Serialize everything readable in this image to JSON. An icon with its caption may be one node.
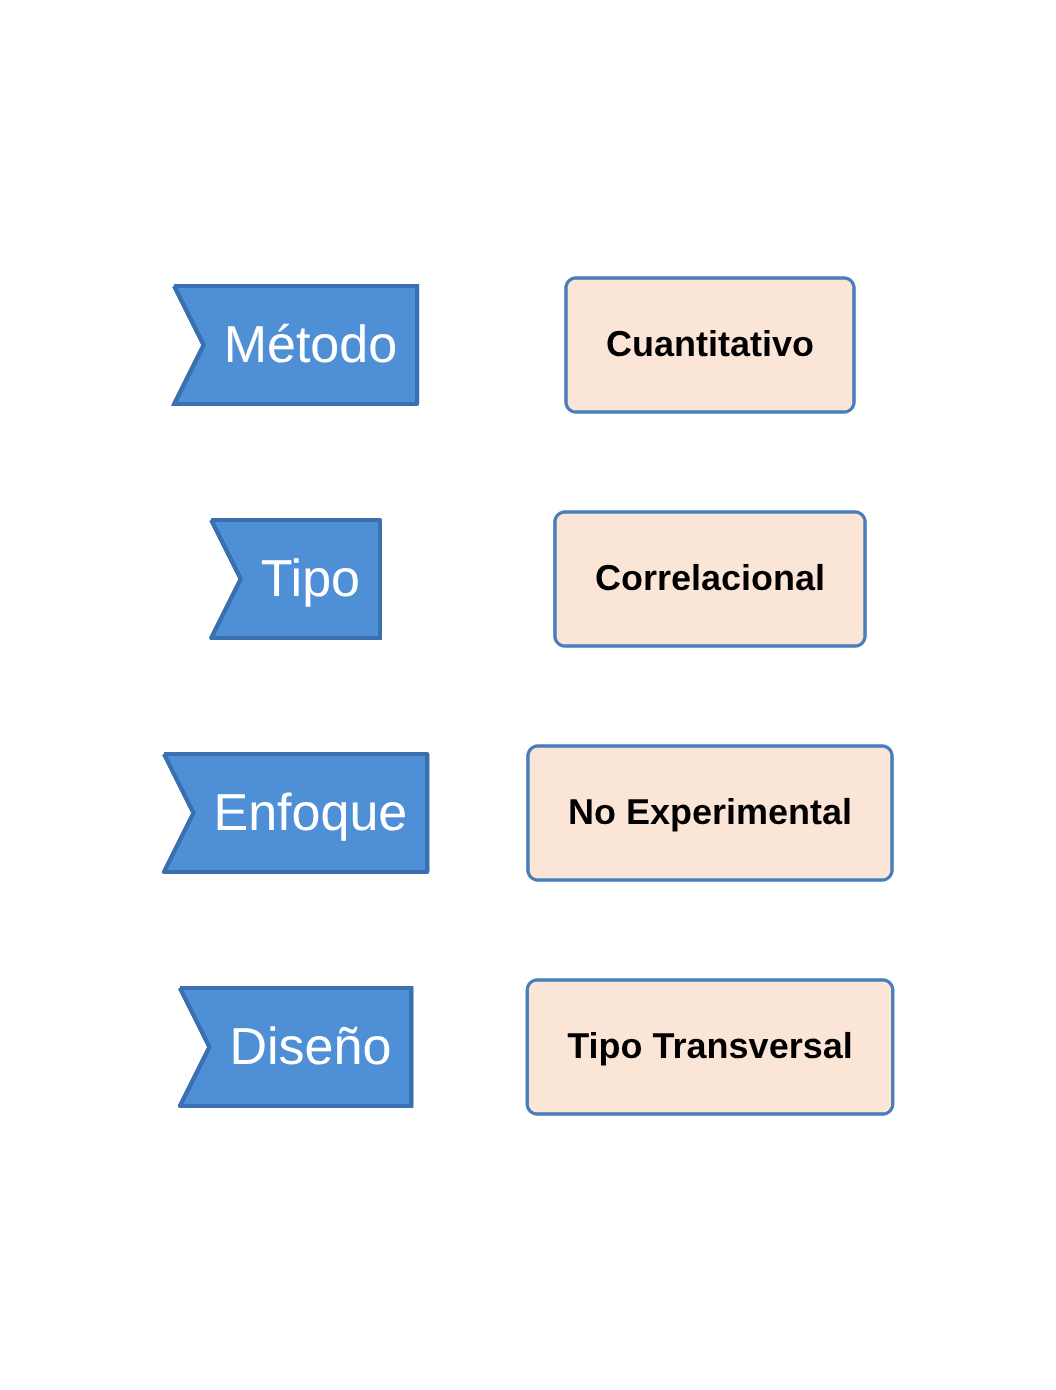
{
  "diagram": {
    "nodes": [
      {
        "text": [
          "Método"
        ]
      },
      {
        "text": [
          "Cuantitativo"
        ]
      },
      {
        "text": [
          "Tipo"
        ]
      },
      {
        "text": [
          "Correlacional"
        ]
      },
      {
        "text": [
          "Enfoque"
        ]
      },
      {
        "text": [
          "No Experimental"
        ]
      },
      {
        "text": [
          "Diseño"
        ]
      },
      {
        "text": [
          "Tipo Transversal"
        ]
      }
    ]
  }
}
